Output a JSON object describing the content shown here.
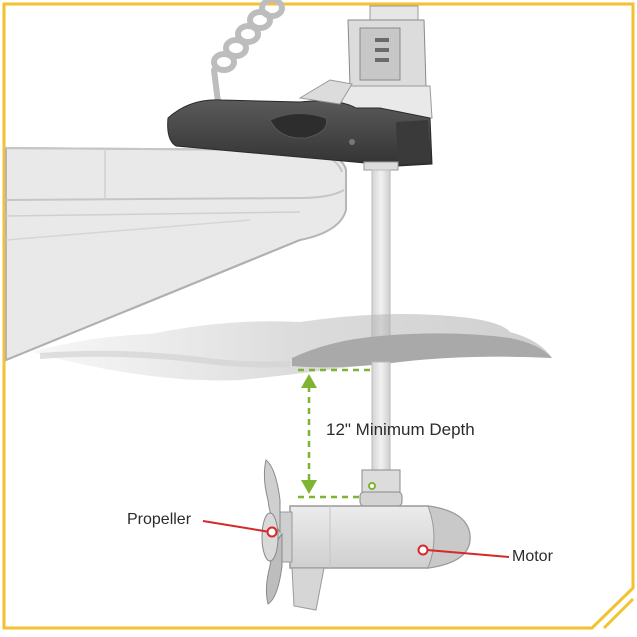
{
  "diagram": {
    "callouts": {
      "depth": "12\" Minimum Depth",
      "propeller": "Propeller",
      "motor": "Motor"
    },
    "colors": {
      "frame": "#f2c230",
      "depth_guide": "#7fb432",
      "callout_line": "#d62828",
      "hull": "#e7e7e7",
      "hull_edge": "#bdbdbd",
      "motor_head": "#4a4a4a",
      "motor_body": "#dedede",
      "water": "#c9c9c9"
    },
    "icons": [
      "trolling-motor-illustration",
      "boat-hull-illustration",
      "water-surface-illustration"
    ]
  }
}
